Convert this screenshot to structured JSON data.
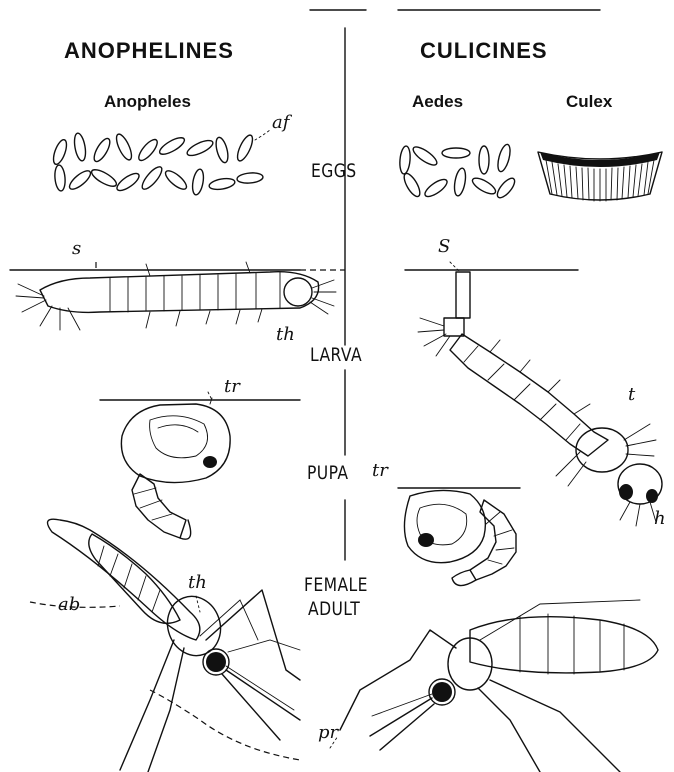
{
  "groups": {
    "left": {
      "title": "ANOPHELINES",
      "genus": "Anopheles"
    },
    "right": {
      "title": "CULICINES",
      "genus_1": "Aedes",
      "genus_2": "Culex"
    }
  },
  "stages": {
    "eggs": "EGGS",
    "larva": "LARVA",
    "pupa": "PUPA",
    "adult_line1": "FEMALE",
    "adult_line2": "ADULT"
  },
  "part_labels": {
    "af": "af",
    "s_left": "s",
    "s_right": "S",
    "th_larva_left": "th",
    "th_larva_right": "t",
    "tr_left": "tr",
    "tr_right": "tr",
    "h": "h",
    "th_adult": "th",
    "ab": "ab",
    "pr": "pr"
  }
}
